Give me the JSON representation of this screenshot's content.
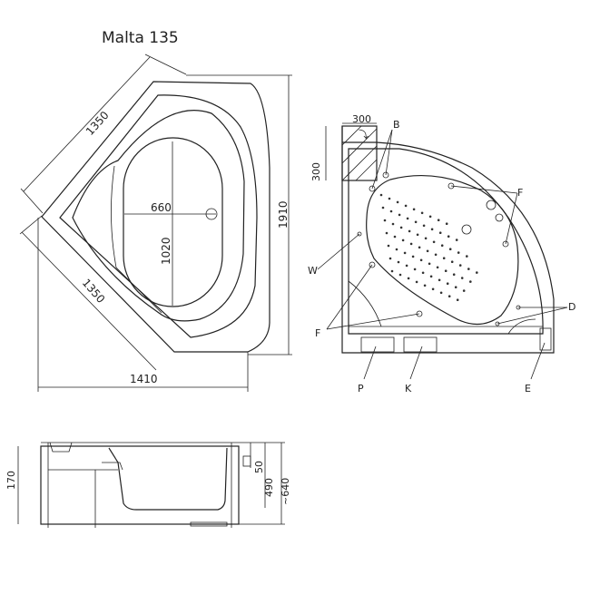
{
  "title": "Malta 135",
  "dimensions": {
    "top_left_diag": "1350",
    "bottom_left_diag": "1350",
    "width": "1410",
    "height": "1910",
    "inner_width": "660",
    "inner_length": "1020",
    "corner_a": "300",
    "corner_b": "300",
    "side_top_gap": "50",
    "side_left": "170",
    "side_depth": "490",
    "side_total": "~640"
  },
  "callouts": {
    "B": "B",
    "F_top": "F",
    "W": "W",
    "F_bottom": "F",
    "D": "D",
    "P": "P",
    "K": "K",
    "E": "E"
  }
}
